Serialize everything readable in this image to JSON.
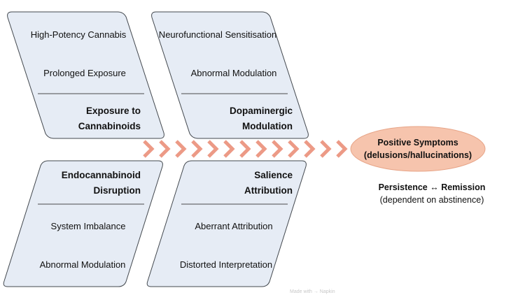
{
  "categories": [
    {
      "heading": [
        "Exposure to",
        "Cannabinoids"
      ],
      "causes": [
        "High-Potency Cannabis",
        "Prolonged Exposure"
      ]
    },
    {
      "heading": [
        "Dopaminergic",
        "Modulation"
      ],
      "causes": [
        "Neurofunctional Sensitisation",
        "Abnormal Modulation"
      ]
    },
    {
      "heading": [
        "Endocannabinoid",
        "Disruption"
      ],
      "causes": [
        "System Imbalance",
        "Abnormal Modulation"
      ]
    },
    {
      "heading": [
        "Salience",
        "Attribution"
      ],
      "causes": [
        "Aberrant Attribution",
        "Distorted Interpretation"
      ]
    }
  ],
  "effect": {
    "line1": "Positive Symptoms",
    "line2": "(delusions/hallucinations)",
    "note_bold": "Persistence ↔ Remission",
    "note": "(dependent on abstinence)"
  },
  "watermark": "Made with → Napkin",
  "colors": {
    "box_fill": "#e6ecf5",
    "box_stroke": "#43484e",
    "chevron": "#ec9a86",
    "effect_fill": "#f6c4ad",
    "effect_stroke": "#e7a487"
  }
}
